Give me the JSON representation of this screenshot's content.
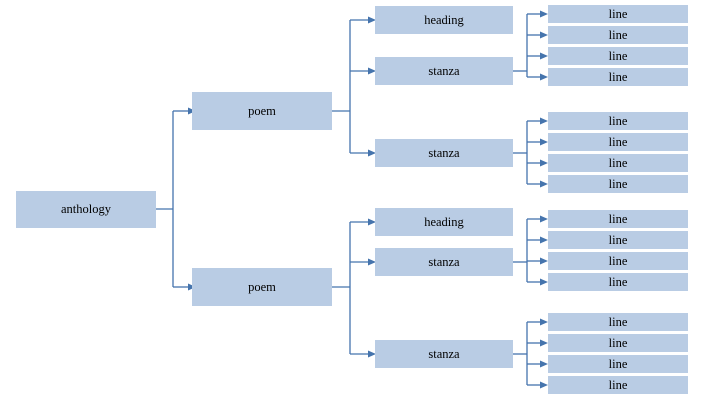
{
  "diagram": {
    "type": "tree",
    "title": "anthology document structure tree",
    "orientation": "left-to-right",
    "colors": {
      "node_fill": "#b9cce4",
      "connector": "#4574ad",
      "text": "#000000",
      "background": "#ffffff"
    },
    "root": {
      "label": "anthology"
    },
    "poems": [
      {
        "label": "poem",
        "children": [
          {
            "label": "heading",
            "lines": []
          },
          {
            "label": "stanza",
            "lines": [
              {
                "label": "line"
              },
              {
                "label": "line"
              },
              {
                "label": "line"
              },
              {
                "label": "line"
              }
            ]
          },
          {
            "label": "stanza",
            "lines": [
              {
                "label": "line"
              },
              {
                "label": "line"
              },
              {
                "label": "line"
              },
              {
                "label": "line"
              }
            ]
          }
        ]
      },
      {
        "label": "poem",
        "children": [
          {
            "label": "heading",
            "lines": []
          },
          {
            "label": "stanza",
            "lines": [
              {
                "label": "line"
              },
              {
                "label": "line"
              },
              {
                "label": "line"
              },
              {
                "label": "line"
              }
            ]
          },
          {
            "label": "stanza",
            "lines": [
              {
                "label": "line"
              },
              {
                "label": "line"
              },
              {
                "label": "line"
              },
              {
                "label": "line"
              }
            ]
          }
        ]
      }
    ]
  }
}
